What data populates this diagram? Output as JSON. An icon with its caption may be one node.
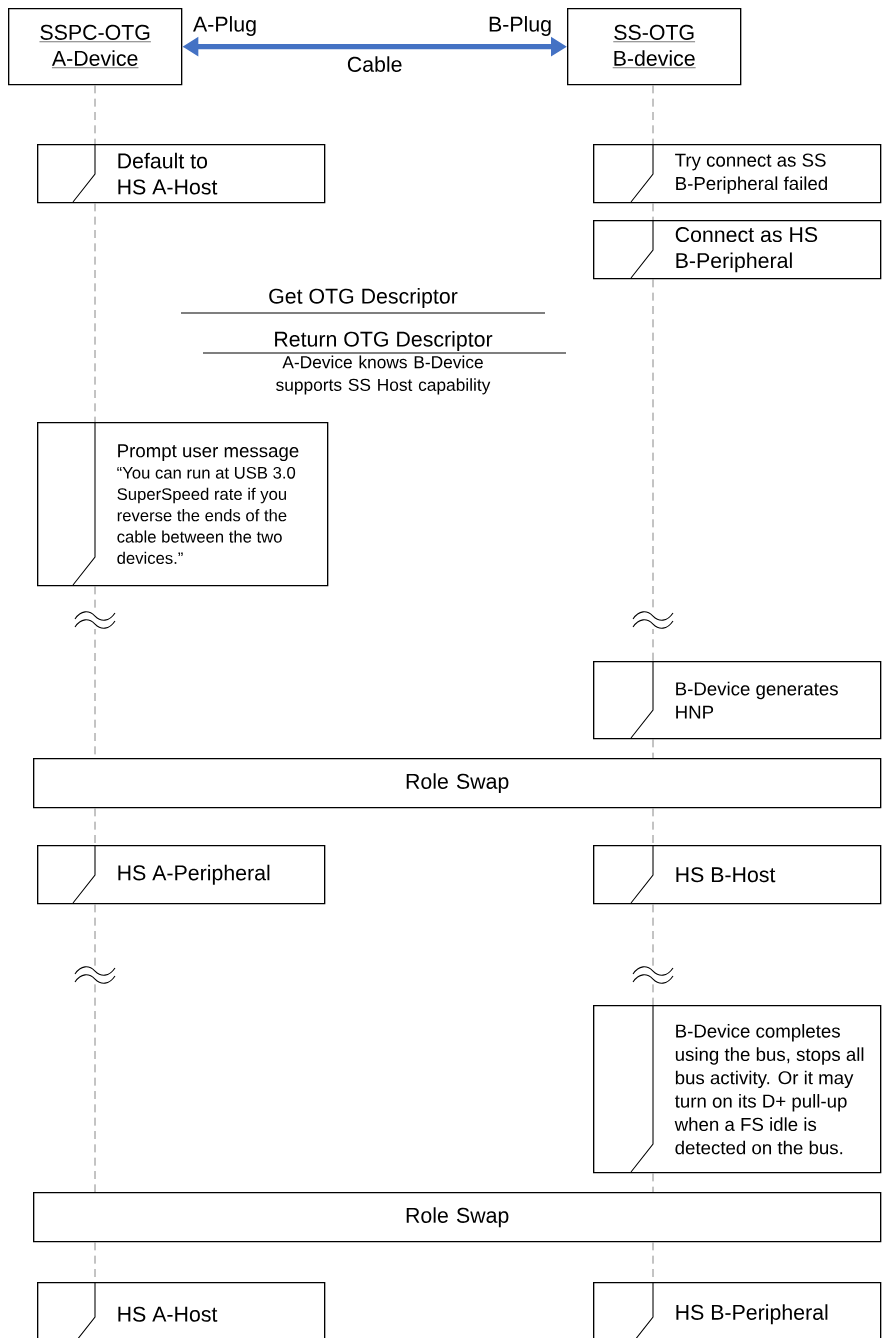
{
  "diagram": {
    "nodes": [
      {
        "text": [
          "SSPC-OTG",
          "A-Device"
        ]
      },
      {
        "text": [
          "SS-OTG",
          "B-device"
        ]
      },
      {
        "text": [
          "Default to HS A-Host"
        ]
      },
      {
        "text": [
          "Try connect as SS B-Peripheral failed"
        ]
      },
      {
        "text": [
          "Connect as HS B-Peripheral"
        ]
      },
      {
        "text": [
          "Prompt user message",
          "“You can run at USB 3.0 SuperSpeed rate if you reverse the ends of the cable between the two devices.”"
        ]
      },
      {
        "text": [
          "B-Device generates HNP"
        ]
      },
      {
        "text": [
          "Role Swap"
        ]
      },
      {
        "text": [
          "HS A-Peripheral"
        ]
      },
      {
        "text": [
          "HS B-Host"
        ]
      },
      {
        "text": [
          "B-Device completes using the bus, stops all bus activity. Or it may turn on its D+ pull-up when a FS idle is detected on the bus."
        ]
      },
      {
        "text": [
          "Role Swap"
        ]
      },
      {
        "text": [
          "HS A-Host"
        ]
      },
      {
        "text": [
          "HS B-Peripheral"
        ]
      }
    ],
    "edges": [
      {
        "from": 0,
        "to": 1,
        "arrow": "both",
        "label": "Cable",
        "style": "thick",
        "color": "#4472c4"
      },
      {
        "from": 0,
        "to": 2,
        "arrow": "none",
        "style": "dashed"
      },
      {
        "from": 2,
        "to": 5,
        "arrow": "none",
        "style": "dashed"
      },
      {
        "from": 5,
        "to": 7,
        "arrow": "none",
        "style": "dashed"
      },
      {
        "from": 7,
        "to": 8,
        "arrow": "none",
        "style": "dashed"
      },
      {
        "from": 8,
        "to": 11,
        "arrow": "none",
        "style": "dashed"
      },
      {
        "from": 11,
        "to": 12,
        "arrow": "none",
        "style": "dashed"
      },
      {
        "from": 1,
        "to": 3,
        "arrow": "none",
        "style": "dashed"
      },
      {
        "from": 3,
        "to": 4,
        "arrow": "none",
        "style": "dashed"
      },
      {
        "from": 4,
        "to": 6,
        "arrow": "none",
        "style": "dashed"
      },
      {
        "from": 6,
        "to": 7,
        "arrow": "none",
        "style": "dashed"
      },
      {
        "from": 7,
        "to": 9,
        "arrow": "none",
        "style": "dashed"
      },
      {
        "from": 9,
        "to": 10,
        "arrow": "none",
        "style": "dashed"
      },
      {
        "from": 10,
        "to": 11,
        "arrow": "none",
        "style": "dashed"
      },
      {
        "from": 11,
        "to": 13,
        "arrow": "none",
        "style": "dashed"
      }
    ],
    "labels": [
      "A-Plug",
      "B-Plug",
      "Get OTG Descriptor",
      "Return OTG Descriptor",
      "A-Device knows B-Device supports SS Host capability"
    ]
  }
}
